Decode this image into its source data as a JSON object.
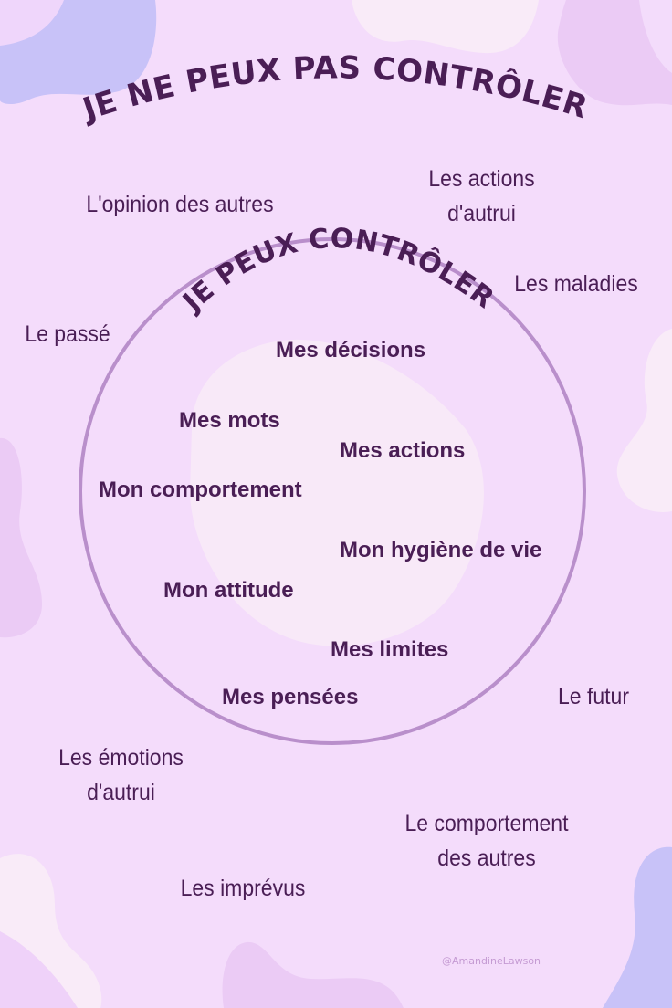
{
  "title_outer": "JE NE PEUX PAS CONTRÔLER",
  "title_inner": "JE PEUX CONTRÔLER",
  "outside_items": [
    {
      "label": "L'opinion des autres"
    },
    {
      "label_line1": "Les actions",
      "label_line2": "d'autrui"
    },
    {
      "label": "Les maladies"
    },
    {
      "label": "Le passé"
    },
    {
      "label": "Le futur"
    },
    {
      "label_line1": "Les émotions",
      "label_line2": "d'autrui"
    },
    {
      "label_line1": "Le comportement",
      "label_line2": "des autres"
    },
    {
      "label": "Les imprévus"
    }
  ],
  "inside_items": [
    "Mes décisions",
    "Mes mots",
    "Mes actions",
    "Mon comportement",
    "Mon hygiène de vie",
    "Mon attitude",
    "Mes limites",
    "Mes pensées"
  ],
  "credit": "@AmandineLawson",
  "colors": {
    "background": "#f4dcfb",
    "text": "#4a1e55",
    "circle_stroke": "#b98fcb",
    "blob_blue": "#c8c2f8",
    "blob_violet": "#ebcbf5",
    "blob_light": "#f9ebf8"
  }
}
